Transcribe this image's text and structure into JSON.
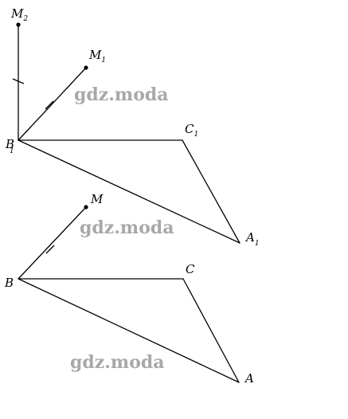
{
  "labels": {
    "M2": {
      "main": "M",
      "sub": "2"
    },
    "M1": {
      "main": "M",
      "sub": "1"
    },
    "B1": {
      "main": "B",
      "sub": "1"
    },
    "C1": {
      "main": "C",
      "sub": "1"
    },
    "A1": {
      "main": "A",
      "sub": "1"
    },
    "M": {
      "main": "M"
    },
    "B": {
      "main": "B"
    },
    "C": {
      "main": "C"
    },
    "A": {
      "main": "A"
    }
  },
  "watermarks": [
    "gdz.moda",
    "gdz.moda",
    "gdz.moda"
  ],
  "colors": {
    "line": "#000000",
    "watermark": "#9a9a9a",
    "background": "#ffffff"
  }
}
